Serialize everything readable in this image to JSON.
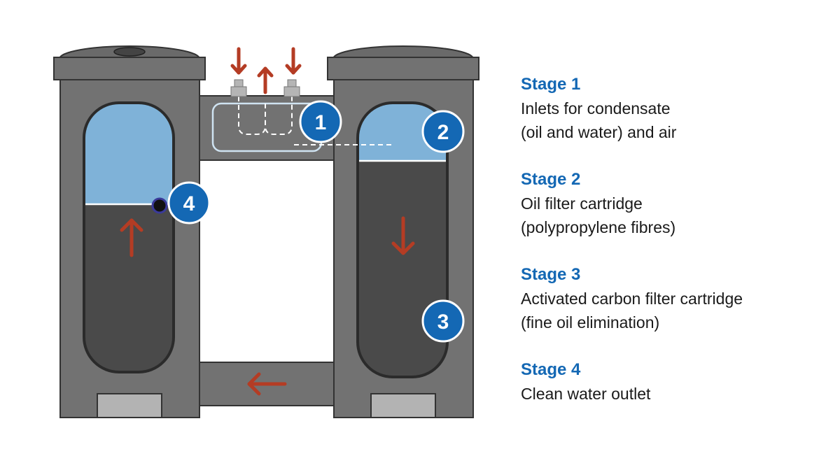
{
  "badges": [
    {
      "number": "1"
    },
    {
      "number": "2"
    },
    {
      "number": "3"
    },
    {
      "number": "4"
    }
  ],
  "stages": [
    {
      "title": "Stage 1",
      "lines": [
        "Inlets for condensate",
        "(oil and water) and air"
      ]
    },
    {
      "title": "Stage 2",
      "lines": [
        "Oil filter cartridge",
        "(polypropylene fibres)"
      ]
    },
    {
      "title": "Stage 3",
      "lines": [
        "Activated carbon filter cartridge",
        "(fine oil elimination)"
      ]
    },
    {
      "title": "Stage 4",
      "lines": [
        "Clean water outlet"
      ]
    }
  ],
  "colors": {
    "housing": "#727272",
    "housing_dark": "#5a5a5a",
    "filter_dark": "#4a4a4a",
    "water": "#7fb2d8",
    "badge": "#1468b4",
    "arrow": "#b43c24",
    "stage_title": "#1468b4"
  }
}
